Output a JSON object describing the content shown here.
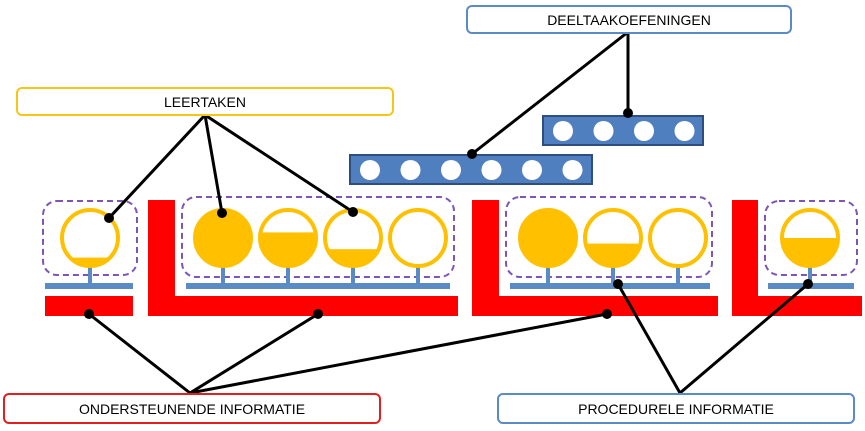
{
  "labels": {
    "learning_tasks": "LEERTAKEN",
    "part_task_practice": "DEELTAAKOEFENINGEN",
    "supportive_info": "ONDERSTEUNENDE INFORMATIE",
    "procedural_info": "PROCEDURELE INFORMATIE"
  },
  "colors": {
    "task_gold": "#FFC000",
    "support_red": "#FF0000",
    "procedural_blue": "#5B8BC5",
    "practice_blue": "#4F7FBF",
    "dashed_purple": "#7E55B5",
    "label_border_gold": "#F5C518",
    "label_border_red": "#E02020",
    "label_border_blue": "#5B8BC5"
  },
  "task_classes": [
    {
      "tasks": [
        {
          "fill": 0.15
        }
      ]
    },
    {
      "tasks": [
        {
          "fill": 1.0
        },
        {
          "fill": 0.6
        },
        {
          "fill": 0.3
        },
        {
          "fill": 0.0
        }
      ]
    },
    {
      "tasks": [
        {
          "fill": 1.0
        },
        {
          "fill": 0.4
        },
        {
          "fill": 0.0
        }
      ]
    },
    {
      "tasks": [
        {
          "fill": 0.5
        }
      ]
    }
  ],
  "part_task_bars": [
    {
      "dots": 6
    },
    {
      "dots": 4
    }
  ]
}
